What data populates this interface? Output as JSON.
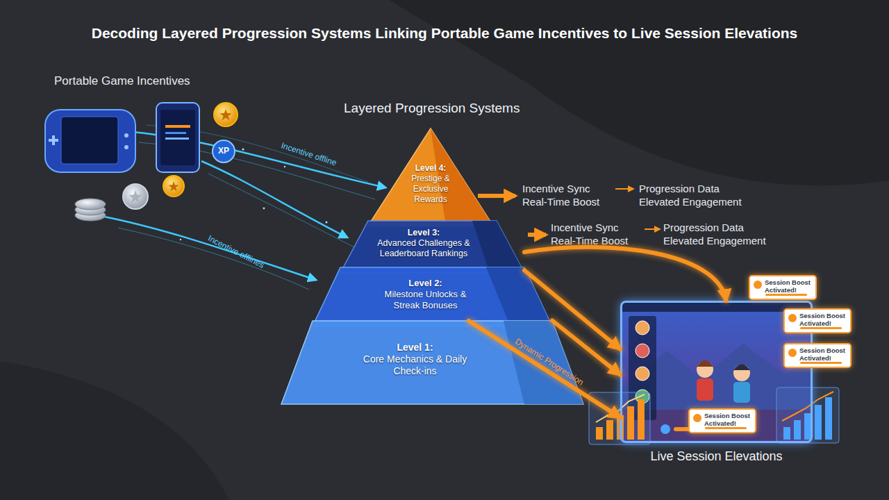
{
  "diagram": {
    "title": "Decoding Layered Progression Systems Linking Portable Game Incentives to Live Session Elevations",
    "nodes": [
      {
        "text": [
          "Level 4:",
          "Prestige & Exclusive Rewards"
        ]
      },
      {
        "text": [
          "Level 3:",
          "Advanced Challenges & Leaderboard Rankings"
        ]
      },
      {
        "text": [
          "Level 2:",
          "Milestone Unlocks & Streak Bonuses"
        ]
      },
      {
        "text": [
          "Level 1:",
          "Core Mechanics & Daily Check-ins"
        ]
      },
      {
        "text": [
          "Live Session Elevations"
        ]
      },
      {
        "text": [
          "Session Boost Activated!"
        ],
        "in": 4
      },
      {
        "text": [
          "Session Boost Activated!"
        ],
        "in": 4
      },
      {
        "text": [
          "Session Boost Activated!"
        ],
        "in": 4
      },
      {
        "text": [
          "Session Boost Activated!"
        ],
        "in": 4
      }
    ],
    "edges": [
      {
        "from": 1,
        "to": 4,
        "arrow": "to"
      },
      {
        "from": 1,
        "to": 4,
        "arrow": "to"
      },
      {
        "from": 2,
        "to": 4,
        "arrow": "to"
      },
      {
        "from": 3,
        "to": 4,
        "label": "Dynamic Progression",
        "arrow": "to"
      }
    ],
    "labels": [
      "Portable Game Incentives",
      "Layered Progression Systems",
      "XP",
      "Incentive offline",
      "Incentive offlines",
      "Incentive Sync Real-Time Boost",
      "Progression Data Elevated Engagement",
      "Incentive Sync Real-Time Boost",
      "Progression Data Elevated Engagement"
    ]
  }
}
